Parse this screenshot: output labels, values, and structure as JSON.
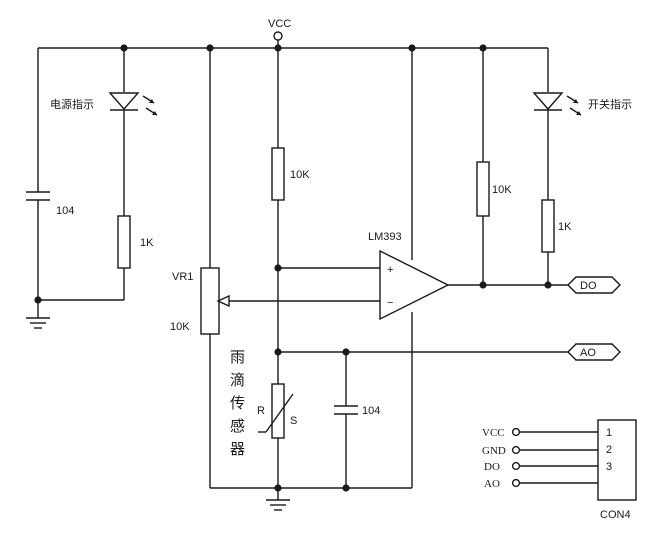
{
  "vcc_label": "VCC",
  "power_led_label": "电源指示",
  "switch_led_label": "开关指示",
  "cap_power_value": "104",
  "res_power_led_value": "1K",
  "vr1_name": "VR1",
  "vr1_value": "10K",
  "res_top_value": "10K",
  "comparator_name": "LM393",
  "res_pullup_value": "10K",
  "res_switch_led_value": "1K",
  "do_port": "DO",
  "ao_port": "AO",
  "sensor_chars": [
    "雨",
    "滴",
    "传",
    "感",
    "器"
  ],
  "sensor_r": "R",
  "sensor_s": "S",
  "cap_sensor_value": "104",
  "plus_sign": "+",
  "minus_sign": "−",
  "connector": {
    "name": "CON4",
    "pin_labels": [
      "VCC",
      "GND",
      "DO",
      "AO"
    ],
    "pin_numbers": [
      "1",
      "2",
      "3"
    ]
  }
}
